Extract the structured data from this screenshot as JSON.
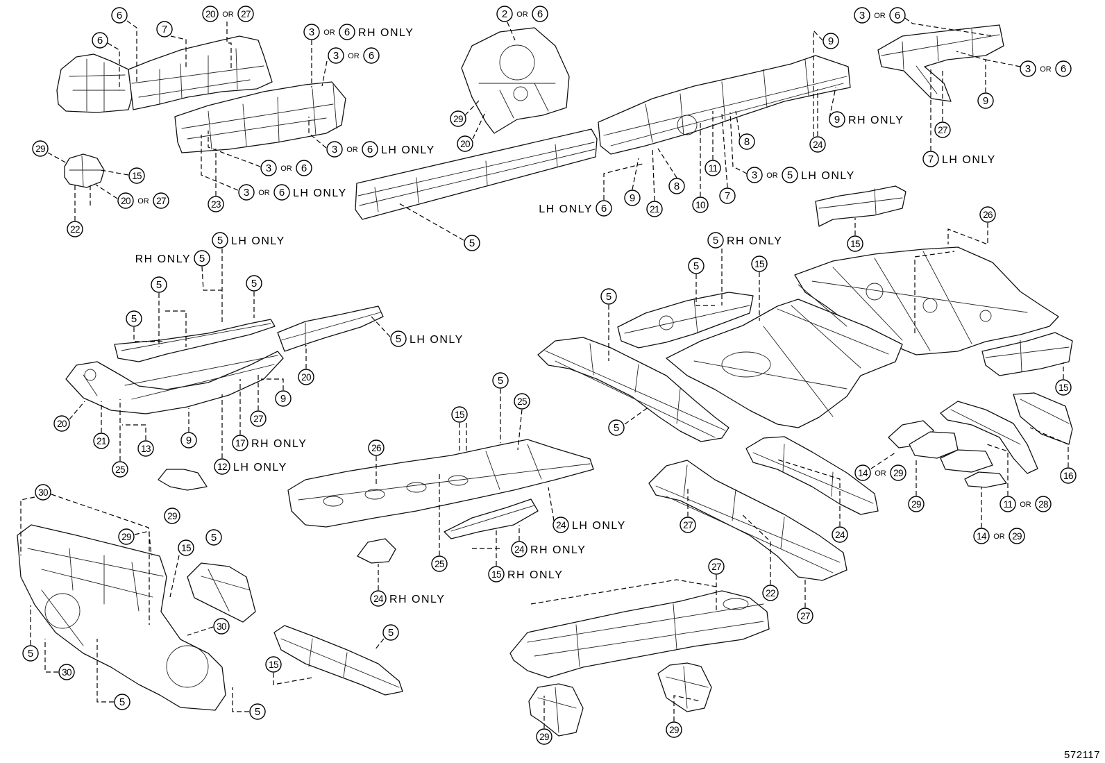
{
  "labels": {
    "or": "OR"
  },
  "diagram_id": "572117",
  "callouts": [
    {
      "n1": "6"
    },
    {
      "n1": "7"
    },
    {
      "n1": "20",
      "n2": "27"
    },
    {
      "n1": "6"
    },
    {
      "n1": "3",
      "n2": "6",
      "note": "RH ONLY"
    },
    {
      "n1": "3",
      "n2": "6"
    },
    {
      "n1": "3",
      "n2": "6",
      "note": "LH ONLY"
    },
    {
      "n1": "3",
      "n2": "6"
    },
    {
      "n1": "3",
      "n2": "6",
      "note": "LH ONLY"
    },
    {
      "n1": "23"
    },
    {
      "n1": "29"
    },
    {
      "n1": "15"
    },
    {
      "n1": "20",
      "n2": "27"
    },
    {
      "n1": "22"
    },
    {
      "n1": "2",
      "n2": "6"
    },
    {
      "n1": "29"
    },
    {
      "n1": "20"
    },
    {
      "n1": "5"
    },
    {
      "n1": "9"
    },
    {
      "n1": "9",
      "note": "RH ONLY"
    },
    {
      "n1": "8"
    },
    {
      "n1": "24"
    },
    {
      "n1": "11"
    },
    {
      "n1": "3",
      "n2": "5",
      "note": "LH ONLY"
    },
    {
      "n1": "8"
    },
    {
      "n1": "6",
      "note": "LH ONLY"
    },
    {
      "n1": "9"
    },
    {
      "n1": "21"
    },
    {
      "n1": "10"
    },
    {
      "n1": "7"
    },
    {
      "n1": "3",
      "n2": "6"
    },
    {
      "n1": "3",
      "n2": "6"
    },
    {
      "n1": "9"
    },
    {
      "n1": "27"
    },
    {
      "n1": "7",
      "note": "LH ONLY"
    },
    {
      "n1": "15"
    },
    {
      "n1": "26"
    },
    {
      "n1": "5",
      "note": "LH ONLY"
    },
    {
      "n1": "5",
      "note": "RH ONLY"
    },
    {
      "n1": "5"
    },
    {
      "n1": "5"
    },
    {
      "n1": "5"
    },
    {
      "n1": "5",
      "note": "LH ONLY"
    },
    {
      "n1": "20"
    },
    {
      "n1": "9"
    },
    {
      "n1": "20"
    },
    {
      "n1": "21"
    },
    {
      "n1": "9"
    },
    {
      "n1": "27"
    },
    {
      "n1": "17",
      "note": "RH ONLY"
    },
    {
      "n1": "13"
    },
    {
      "n1": "12",
      "note": "LH ONLY"
    },
    {
      "n1": "25"
    },
    {
      "n1": "5",
      "note": "RH ONLY"
    },
    {
      "n1": "5"
    },
    {
      "n1": "15"
    },
    {
      "n1": "5"
    },
    {
      "n1": "5"
    },
    {
      "n1": "15"
    },
    {
      "n1": "16"
    },
    {
      "n1": "14",
      "n2": "29"
    },
    {
      "n1": "29"
    },
    {
      "n1": "11",
      "n2": "28"
    },
    {
      "n1": "14",
      "n2": "29"
    },
    {
      "n1": "24"
    },
    {
      "n1": "27"
    },
    {
      "n1": "22"
    },
    {
      "n1": "27"
    },
    {
      "n1": "5"
    },
    {
      "n1": "25"
    },
    {
      "n1": "15"
    },
    {
      "n1": "26"
    },
    {
      "n1": "29"
    },
    {
      "n1": "24",
      "note": "LH ONLY"
    },
    {
      "n1": "24",
      "note": "RH ONLY"
    },
    {
      "n1": "25"
    },
    {
      "n1": "15",
      "note": "RH ONLY"
    },
    {
      "n1": "24",
      "note": "RH ONLY"
    },
    {
      "n1": "30"
    },
    {
      "n1": "29"
    },
    {
      "n1": "15"
    },
    {
      "n1": "5"
    },
    {
      "n1": "30"
    },
    {
      "n1": "5"
    },
    {
      "n1": "30"
    },
    {
      "n1": "5"
    },
    {
      "n1": "5"
    },
    {
      "n1": "5"
    },
    {
      "n1": "15"
    },
    {
      "n1": "27"
    },
    {
      "n1": "29"
    },
    {
      "n1": "29"
    }
  ]
}
